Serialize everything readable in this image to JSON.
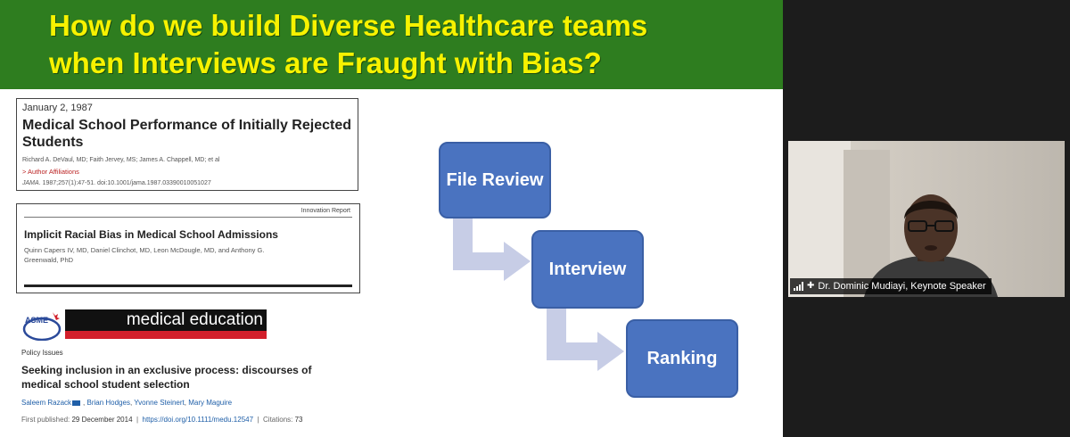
{
  "slide": {
    "title_line1": "How do we build Diverse Healthcare teams",
    "title_line2": "when Interviews are Fraught with Bias?",
    "colors": {
      "header_bg": "#2e7d1f",
      "title": "#f7f200",
      "box": "#4a73c0",
      "arrow": "#c7cde6"
    }
  },
  "article1": {
    "date": "January 2, 1987",
    "title": "Medical School Performance of Initially Rejected Students",
    "authors": "Richard A. DeVaul, MD; Faith Jervey, MS; James A. Chappell, MD; et al",
    "affiliations": "> Author Affiliations",
    "journal": "JAMA.",
    "citation": " 1987;257(1):47-51. doi:10.1001/jama.1987.03390010051027"
  },
  "article2": {
    "tag": "Innovation Report",
    "title": "Implicit Racial Bias in Medical School Admissions",
    "authors": "Quinn Capers IV, MD, Daniel Clinchot, MD, Leon McDougle, MD, and Anthony G. Greenwald, PhD"
  },
  "article3": {
    "logo_text": "ASME",
    "journal": "medical education",
    "section": "Policy Issues",
    "title": "Seeking inclusion in an exclusive process: discourses of medical school student selection",
    "authors": [
      "Saleem Razack",
      "Brian Hodges",
      "Yvonne Steinert",
      "Mary Maguire"
    ],
    "first_published_label": "First published:",
    "first_published": "29 December 2014",
    "doi": "https://doi.org/10.1111/medu.12547",
    "citations_label": "Citations:",
    "citations": "73"
  },
  "flow": {
    "steps": [
      "File Review",
      "Interview",
      "Ranking"
    ]
  },
  "video": {
    "participant": "Dr. Dominic Mudiayi, Keynote Speaker",
    "icons": [
      "signal-icon",
      "pin-icon"
    ]
  }
}
